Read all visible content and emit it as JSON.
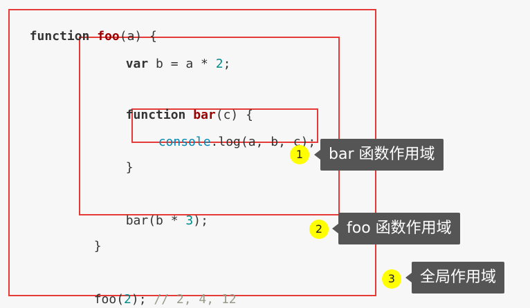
{
  "code": {
    "line1": {
      "kw": "function",
      "name": "foo",
      "rest": "(a) {"
    },
    "line2": {
      "kw": "var",
      "rest": " b = a * ",
      "num": "2",
      "end": ";"
    },
    "line3": {
      "kw": "function",
      "name": "bar",
      "rest": "(c) {"
    },
    "line4": {
      "obj": "console",
      "rest": ".log(a, b, c);"
    },
    "line5": {
      "rest": "}"
    },
    "line6": {
      "prefix": "bar(b * ",
      "num": "3",
      "end": ");"
    },
    "line7": {
      "rest": "}"
    },
    "line8": {
      "prefix": "foo(",
      "num": "2",
      "end": "); ",
      "comment": "// 2, 4, 12"
    }
  },
  "annotations": [
    {
      "number": "1",
      "label": "bar 函数作用域"
    },
    {
      "number": "2",
      "label": "foo 函数作用域"
    },
    {
      "number": "3",
      "label": "全局作用域"
    }
  ],
  "colors": {
    "scope_border": "#e53935",
    "marker_fill": "#ffff00",
    "callout_fill": "#555555"
  }
}
